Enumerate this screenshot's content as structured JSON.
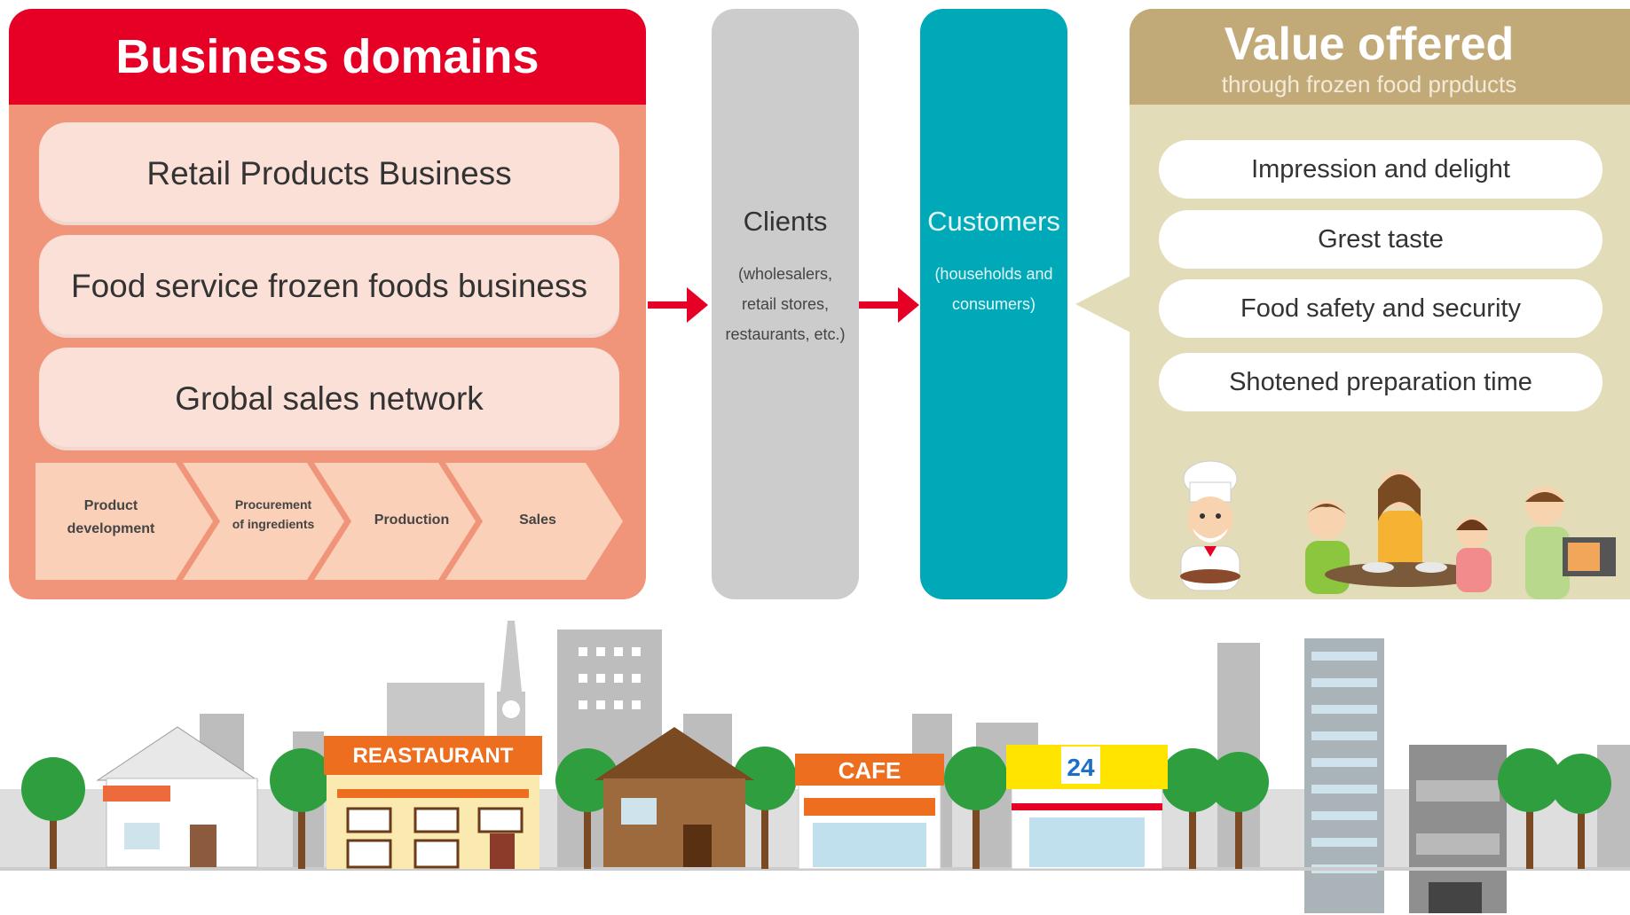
{
  "business_domains": {
    "title": "Business domains",
    "items": [
      "Retail Products Business",
      "Food service frozen foods business",
      "Grobal sales network"
    ],
    "value_chain": [
      {
        "line1": "Product",
        "line2": "development"
      },
      {
        "line1": "Procurement",
        "line2": "of ingredients"
      },
      {
        "line1": "Production",
        "line2": ""
      },
      {
        "line1": "Sales",
        "line2": ""
      }
    ]
  },
  "clients": {
    "title": "Clients",
    "sub_lines": [
      "(wholesalers,",
      "retail stores,",
      "restaurants, etc.)"
    ]
  },
  "customers": {
    "title": "Customers",
    "sub_lines": [
      "(households and",
      "consumers)"
    ]
  },
  "value": {
    "title": "Value offered",
    "subtitle": "through frozen food prpducts",
    "items": [
      "Impression and delight",
      "Grest taste",
      "Food safety and security",
      "Shotened preparation time"
    ]
  },
  "city": {
    "restaurant_sign": "REASTAURANT",
    "cafe_sign": "CAFE",
    "store_sign": "24"
  },
  "colors": {
    "business_header": "#e60026",
    "business_body": "#f0957a",
    "arrow": "#e60026",
    "clients": "#cccccc",
    "customers": "#00a9b8",
    "value_header": "#c2aa78",
    "value_body": "#e2ddb8"
  },
  "icons": [
    "chef-illustration",
    "family-illustration",
    "city-skyline-illustration",
    "arrow-right-icon"
  ]
}
